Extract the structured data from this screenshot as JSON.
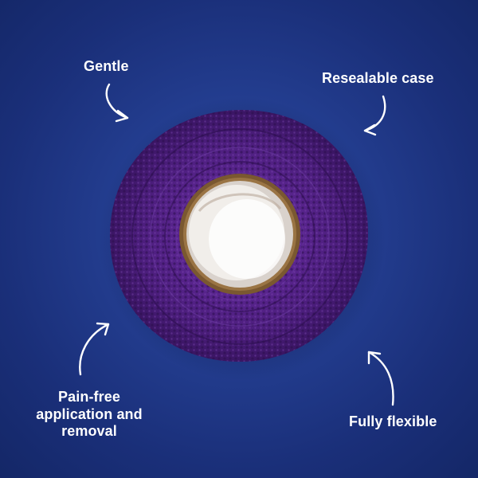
{
  "features": {
    "gentle": "Gentle",
    "resealable_case": "Resealable case",
    "pain_free": "Pain-free application and removal",
    "fully_flexible": "Fully flexible"
  },
  "product": {
    "description_icon": "tape-roll-image",
    "tape_color": "#4b1f7a",
    "core_color": "#8a6a3a"
  },
  "colors": {
    "background": "#1f3887",
    "text": "#ffffff"
  }
}
